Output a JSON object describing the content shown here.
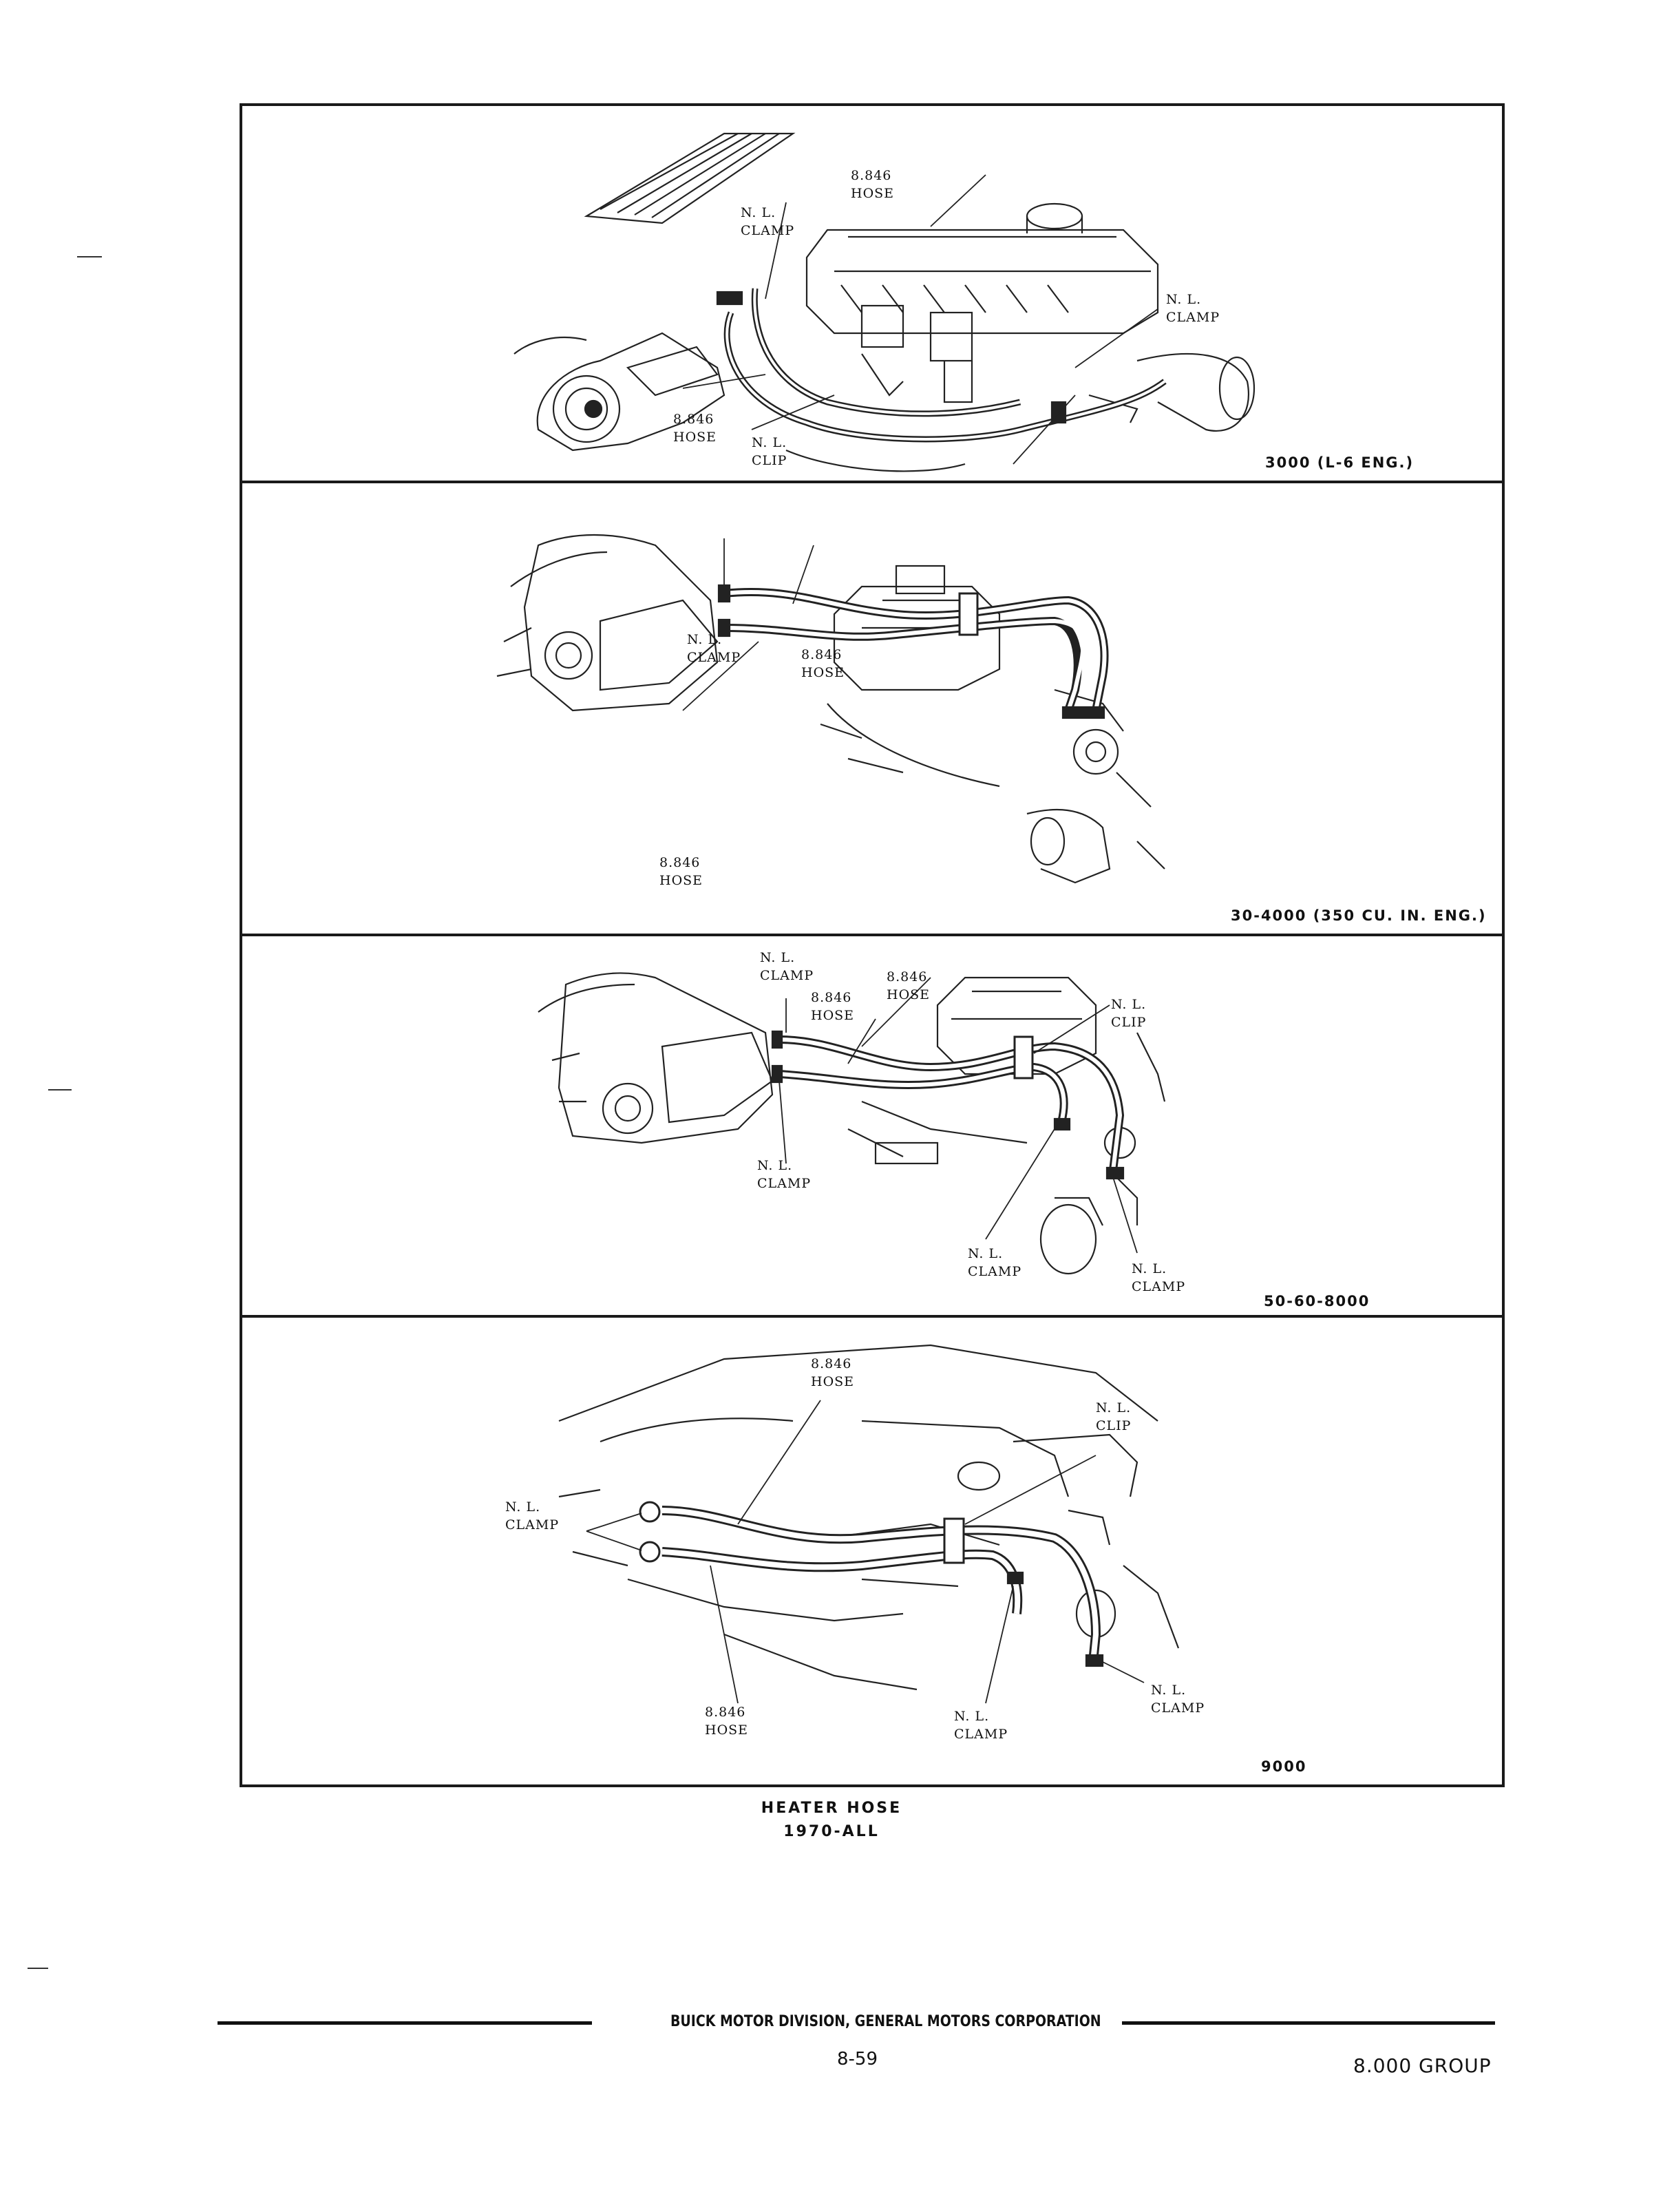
{
  "panels": [
    {
      "caption": "3000 (L-6 ENG.)",
      "labels": {
        "hose_top": "8.846\nHOSE",
        "clamp_top_left": "N. L.\nCLAMP",
        "clamp_right": "N. L.\nCLAMP",
        "hose_bottom": "8.846\nHOSE",
        "clip_bottom": "N. L.\nCLIP"
      }
    },
    {
      "caption": "30-4000 (350 CU. IN. ENG.)",
      "labels": {
        "clamp_top": "N. L.\nCLAMP",
        "hose_top": "8.846\nHOSE",
        "hose_bottom": "8.846\nHOSE"
      }
    },
    {
      "caption": "50-60-8000",
      "labels": {
        "clamp_top": "N. L.\nCLAMP",
        "hose_top_right": "8.846\nHOSE",
        "hose_top_left": "8.846\nHOSE",
        "clip_right": "N. L.\nCLIP",
        "clamp_bottom_left": "N. L.\nCLAMP",
        "clamp_bottom_mid": "N. L.\nCLAMP",
        "clamp_bottom_right": "N. L.\nCLAMP"
      }
    },
    {
      "caption": "9000",
      "labels": {
        "hose_top": "8.846\nHOSE",
        "clip_right": "N. L.\nCLIP",
        "clamp_left": "N. L.\nCLAMP",
        "hose_bottom": "8.846\nHOSE",
        "clamp_bottom_mid": "N. L.\nCLAMP",
        "clamp_bottom_right": "N. L.\nCLAMP"
      }
    }
  ],
  "figure_title": {
    "line1": "HEATER HOSE",
    "line2": "1970-ALL"
  },
  "footer": {
    "company": "BUICK MOTOR DIVISION, GENERAL MOTORS CORPORATION",
    "page_number": "8-59",
    "group": "8.000 GROUP"
  }
}
